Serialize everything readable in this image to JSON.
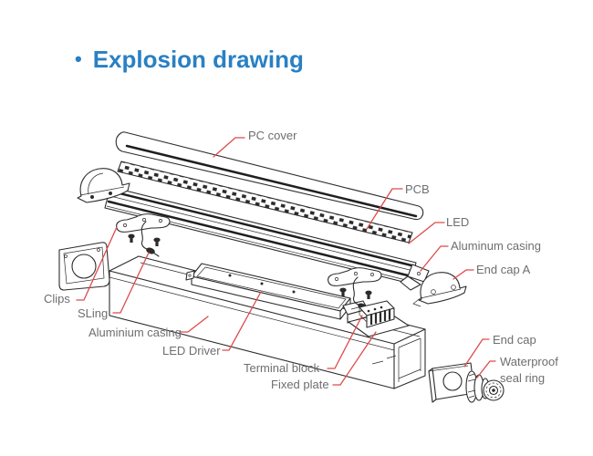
{
  "title": {
    "bullet": "•",
    "text": "Explosion drawing",
    "color": "#2980c4"
  },
  "diagram": {
    "type": "exploded-view-drawing",
    "labels": {
      "pc_cover": "PC cover",
      "pcb": "PCB",
      "led": "LED",
      "aluminum_casing": "Aluminum casing",
      "end_cap_a": "End cap A",
      "clips": "Clips",
      "sling": "SLing",
      "aluminium_casing": "Aluminium casing",
      "led_driver": "LED Driver",
      "terminal_block": "Terminal block",
      "fixed_plate": "Fixed plate",
      "end_cap": "End cap",
      "waterproof_seal_ring": {
        "line1": "Waterproof",
        "line2": "seal ring"
      }
    },
    "colors": {
      "leader_line": "#dd4b4b",
      "label_text": "#6d6e71",
      "line_art": "#2d2d2d",
      "background": "#ffffff"
    }
  }
}
